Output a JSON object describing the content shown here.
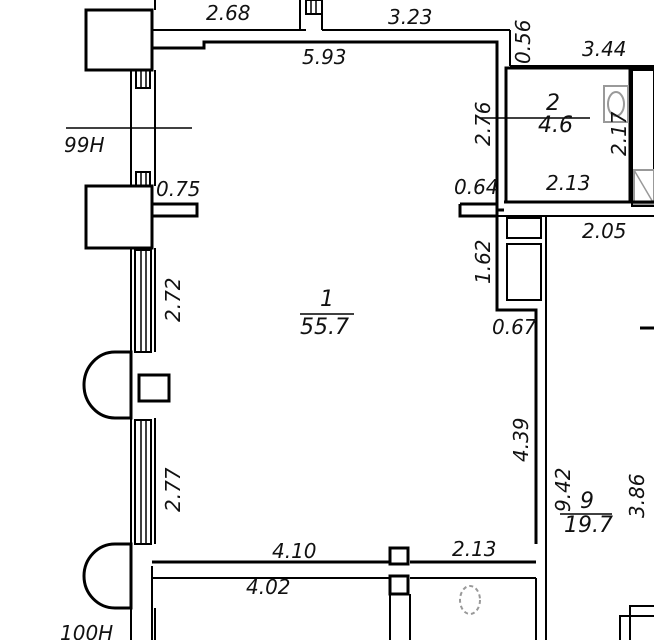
{
  "dimensions": {
    "d_2_68": "2.68",
    "d_3_23": "3.23",
    "d_0_56": "0.56",
    "d_3_44": "3.44",
    "d_5_93": "5.93",
    "d_2_76": "2.76",
    "d_2_17": "2.17",
    "d_2_13_top": "2.13",
    "d_0_75": "0.75",
    "d_0_64": "0.64",
    "d_2_05": "2.05",
    "d_1_62": "1.62",
    "d_0_67": "0.67",
    "d_2_72": "2.72",
    "d_4_39": "4.39",
    "d_9_42": "9.42",
    "d_3_86": "3.86",
    "d_2_77": "2.77",
    "d_4_10": "4.10",
    "d_2_13_bottom": "2.13",
    "d_4_02": "4.02"
  },
  "rooms": {
    "room1": {
      "number": "1",
      "area": "55.7"
    },
    "room2": {
      "number": "2",
      "area": "4.6"
    },
    "room9": {
      "number": "9",
      "area": "19.7"
    }
  },
  "axis_labels": {
    "top": "99H",
    "bottom": "100H"
  }
}
